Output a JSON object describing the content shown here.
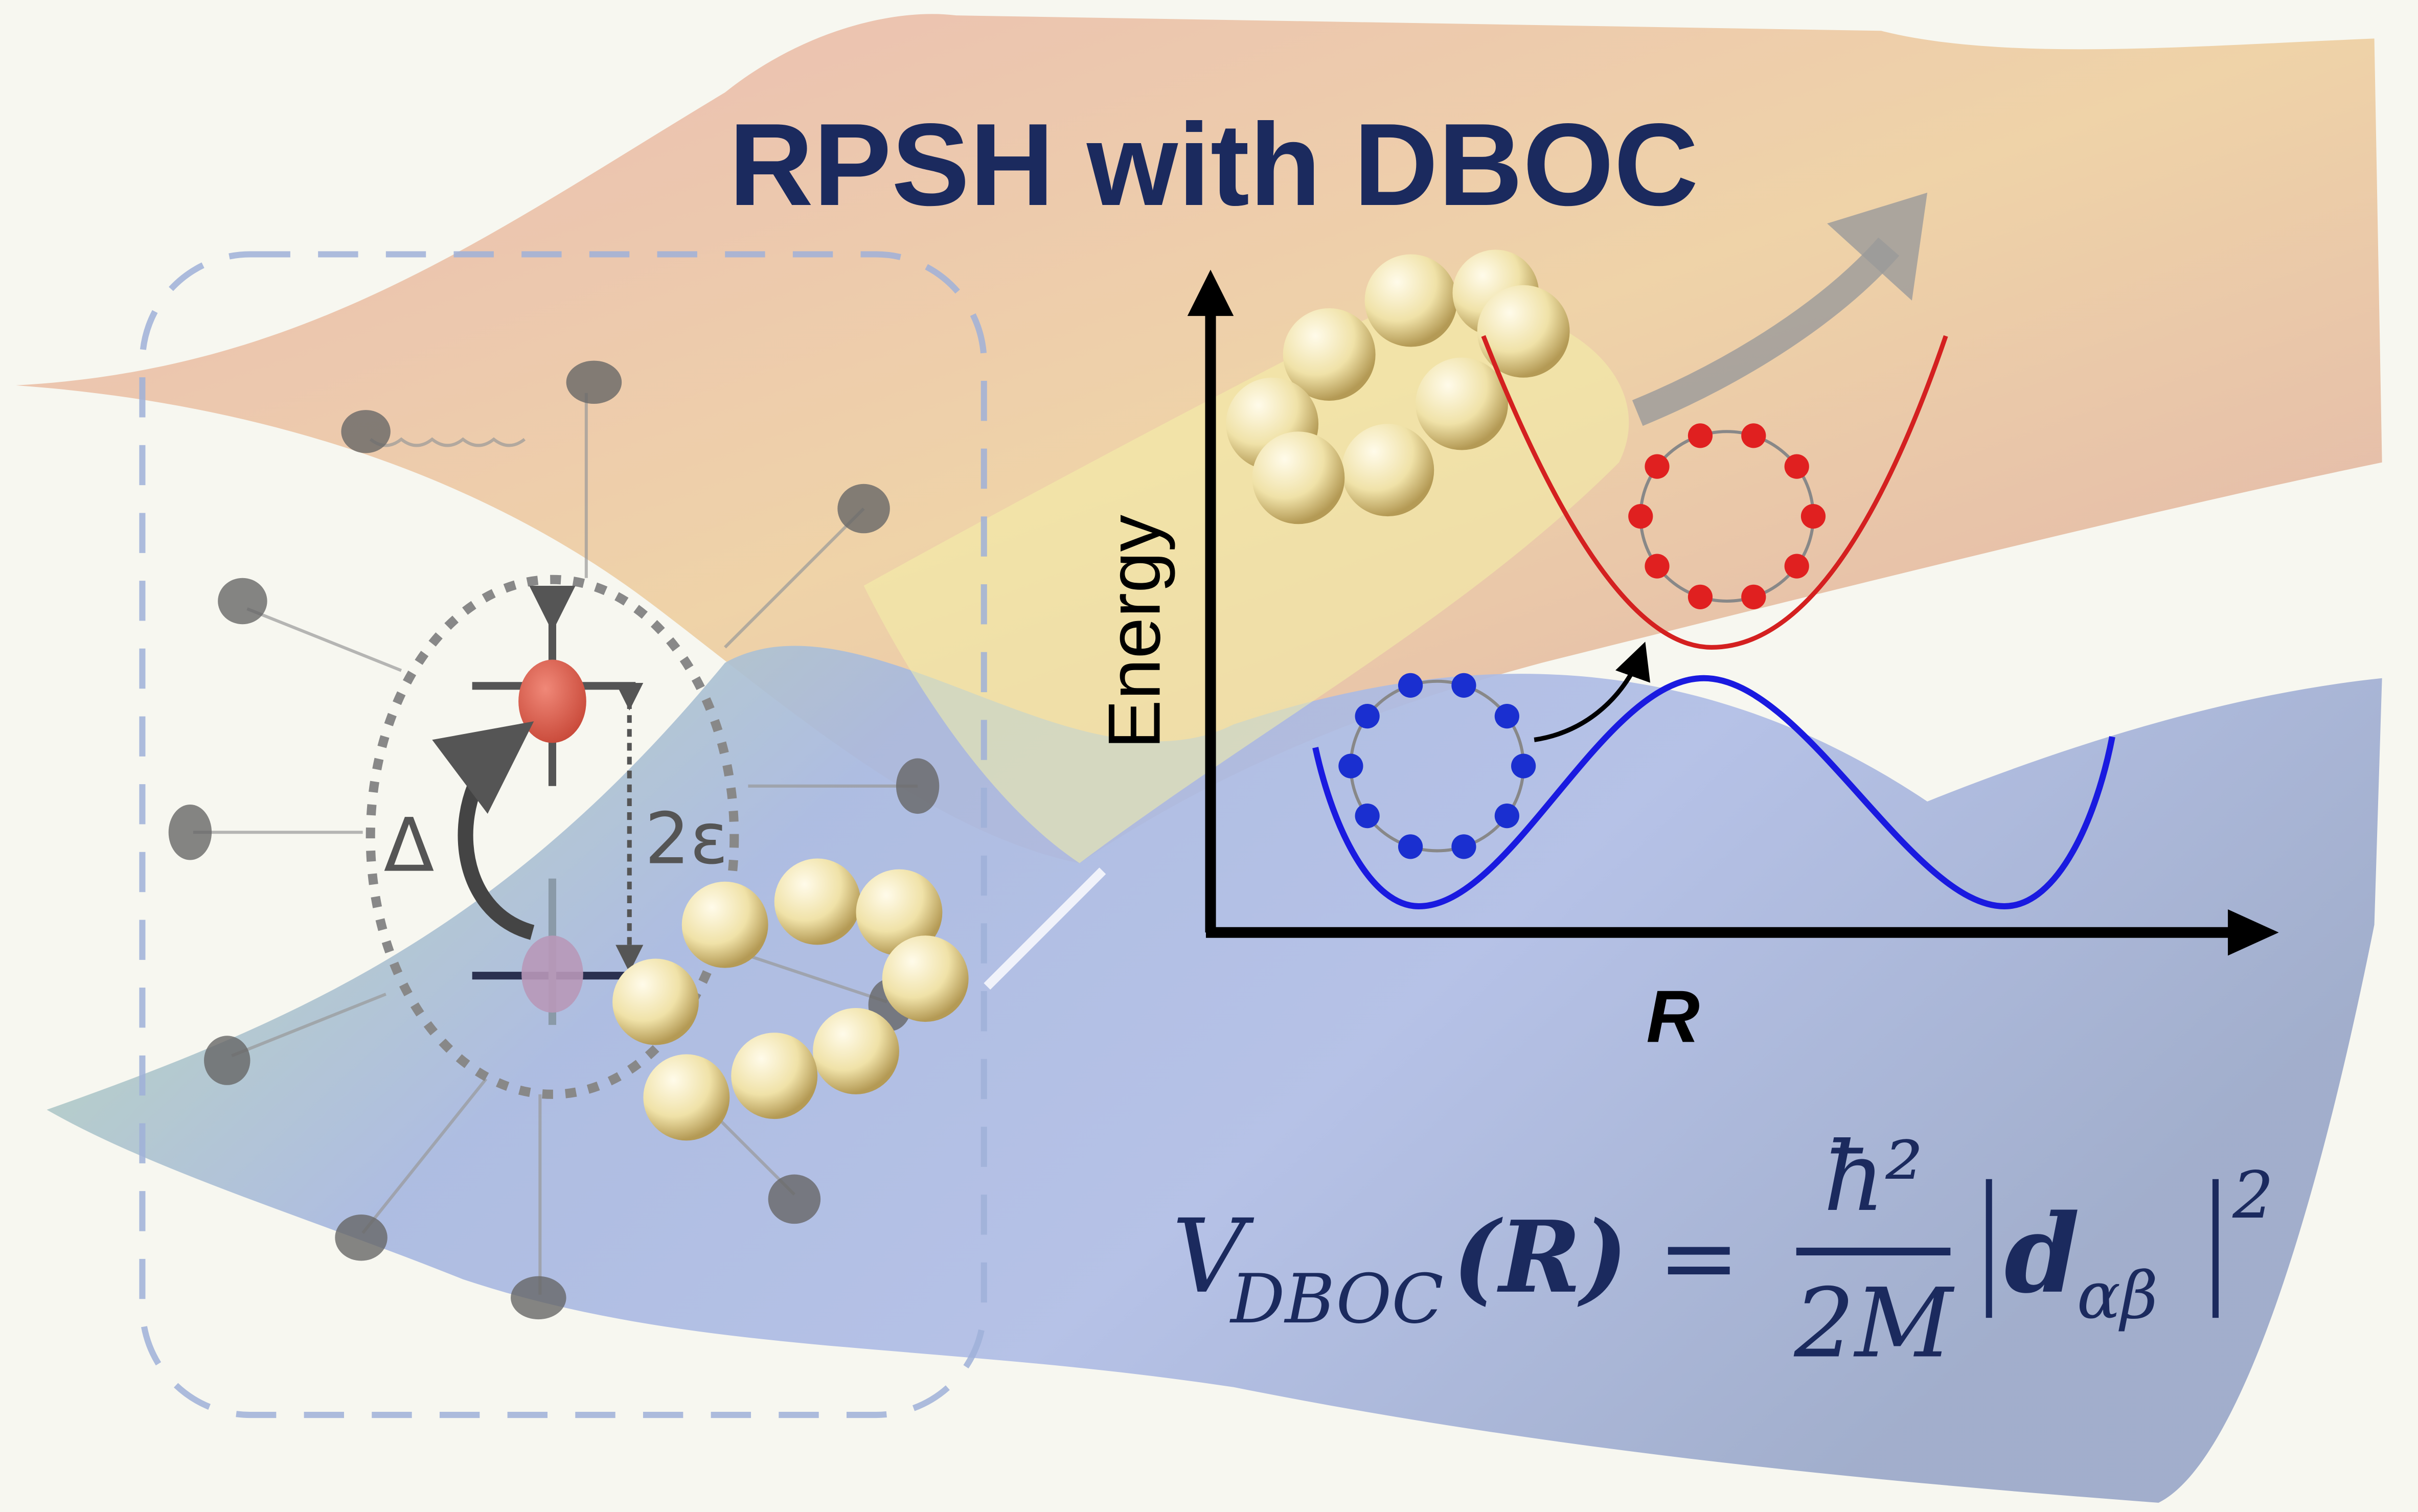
{
  "title": "RPSH with DBOC",
  "plot": {
    "y_axis_label": "Energy",
    "x_axis_label": "R"
  },
  "spin_boson": {
    "coupling_label": "Δ",
    "gap_label": "2ε"
  },
  "formula": {
    "lhs_symbol": "V",
    "lhs_subscript": "DBOC",
    "lhs_argument": "(R)",
    "equals": "=",
    "numerator": "ħ²",
    "denominator": "2M",
    "coupling_term": "d",
    "coupling_subscript": "αβ",
    "exponent": "2"
  },
  "colors": {
    "title": "#1b2a5e",
    "excited_surface": "#d94040",
    "ground_surface": "#1a1ae0",
    "excited_beads": "#e02020",
    "ground_beads": "#1a2fd0"
  }
}
